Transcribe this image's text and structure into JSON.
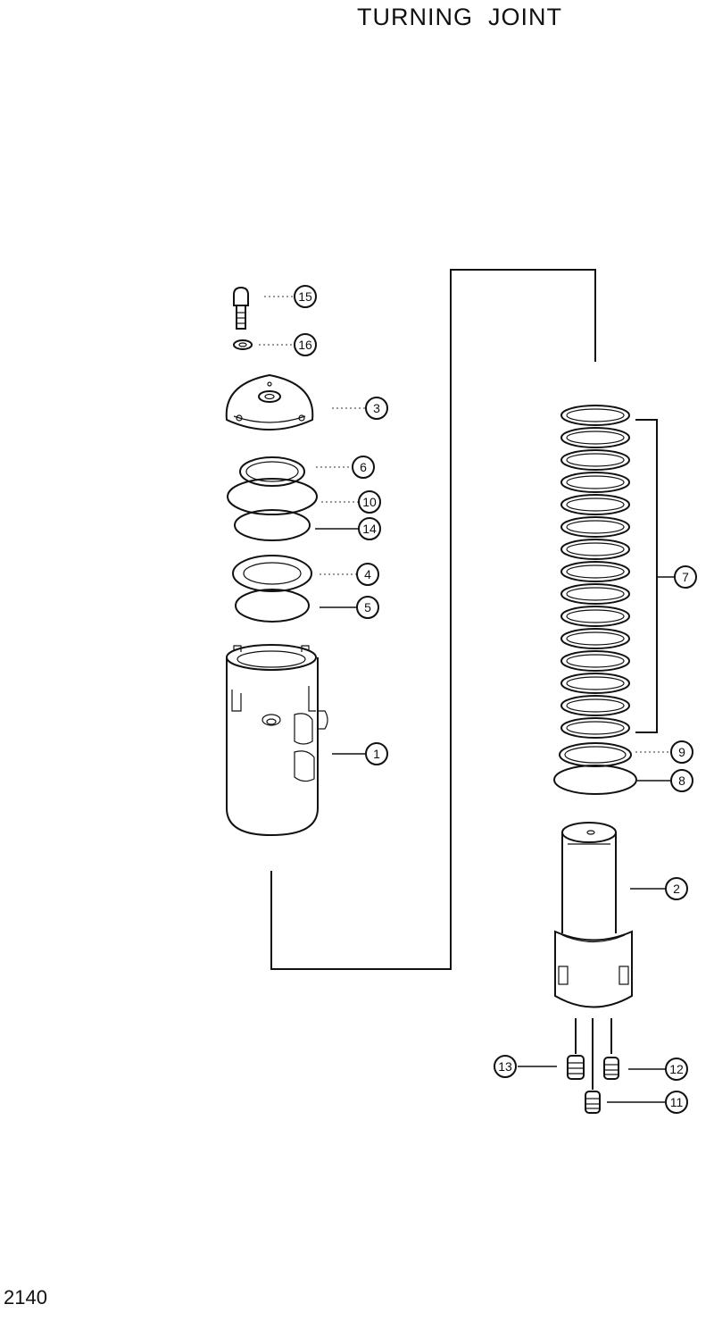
{
  "title": "TURNING  JOINT",
  "page_number": "2140",
  "callouts": [
    {
      "id": "15",
      "label": "15"
    },
    {
      "id": "16",
      "label": "16"
    },
    {
      "id": "3",
      "label": "3"
    },
    {
      "id": "6",
      "label": "6"
    },
    {
      "id": "10",
      "label": "10"
    },
    {
      "id": "14",
      "label": "14"
    },
    {
      "id": "4",
      "label": "4"
    },
    {
      "id": "5",
      "label": "5"
    },
    {
      "id": "1",
      "label": "1"
    },
    {
      "id": "7",
      "label": "7"
    },
    {
      "id": "9",
      "label": "9"
    },
    {
      "id": "8",
      "label": "8"
    },
    {
      "id": "2",
      "label": "2"
    },
    {
      "id": "13",
      "label": "13"
    },
    {
      "id": "12",
      "label": "12"
    },
    {
      "id": "11",
      "label": "11"
    }
  ]
}
